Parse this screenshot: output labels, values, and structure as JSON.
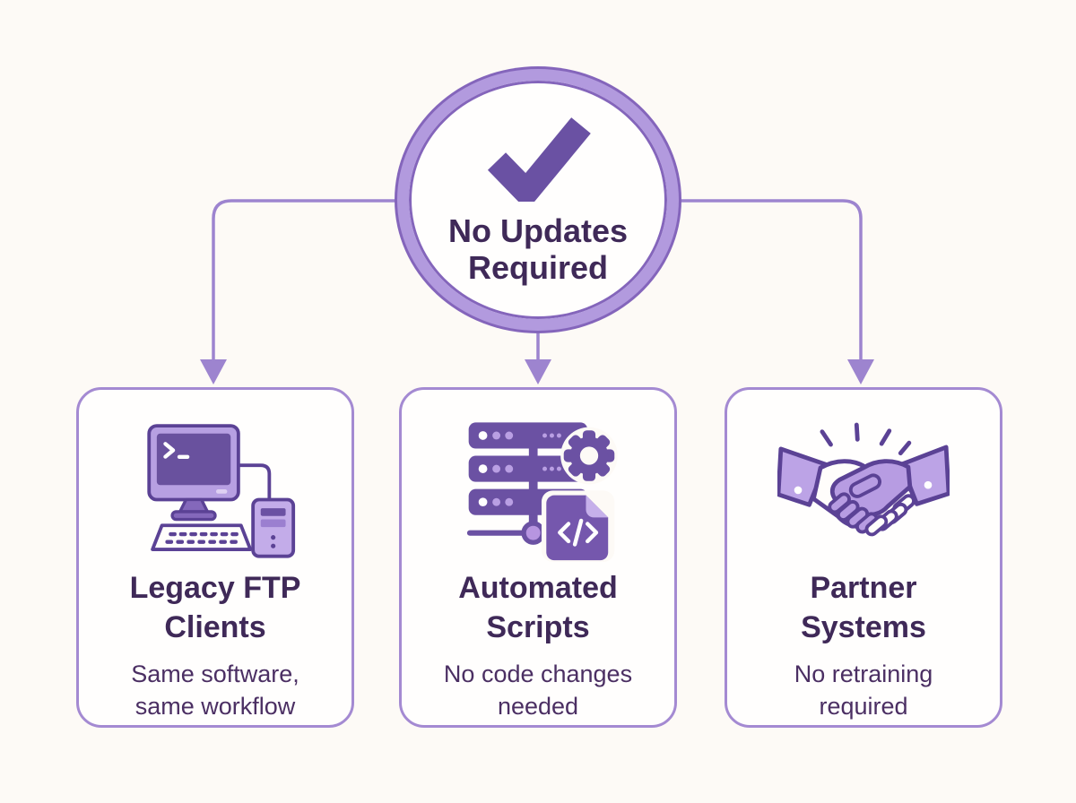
{
  "diagram": {
    "hub": {
      "icon": "checkmark-icon",
      "title": "No Updates Required"
    },
    "cards": [
      {
        "id": "legacy-ftp-clients",
        "icon": "desktop-computer-icon",
        "title": "Legacy FTP Clients",
        "subtitle": "Same software, same workflow"
      },
      {
        "id": "automated-scripts",
        "icon": "server-automation-icon",
        "title": "Automated Scripts",
        "subtitle": "No code changes needed"
      },
      {
        "id": "partner-systems",
        "icon": "handshake-icon",
        "title": "Partner Systems",
        "subtitle": "No retraining required"
      }
    ],
    "colors": {
      "background": "#fdfaf6",
      "card_background": "#fffefd",
      "card_border": "#a48ad2",
      "connector": "#9d84cf",
      "ring_band": "#b29ade",
      "ring_edge": "#8465bb",
      "checkmark": "#6a51a3",
      "title_text": "#3f2958",
      "subtitle_text": "#4b2f63",
      "icon_outline": "#5b4295",
      "icon_dark": "#6b51a3",
      "icon_light": "#b7a0e2"
    }
  }
}
